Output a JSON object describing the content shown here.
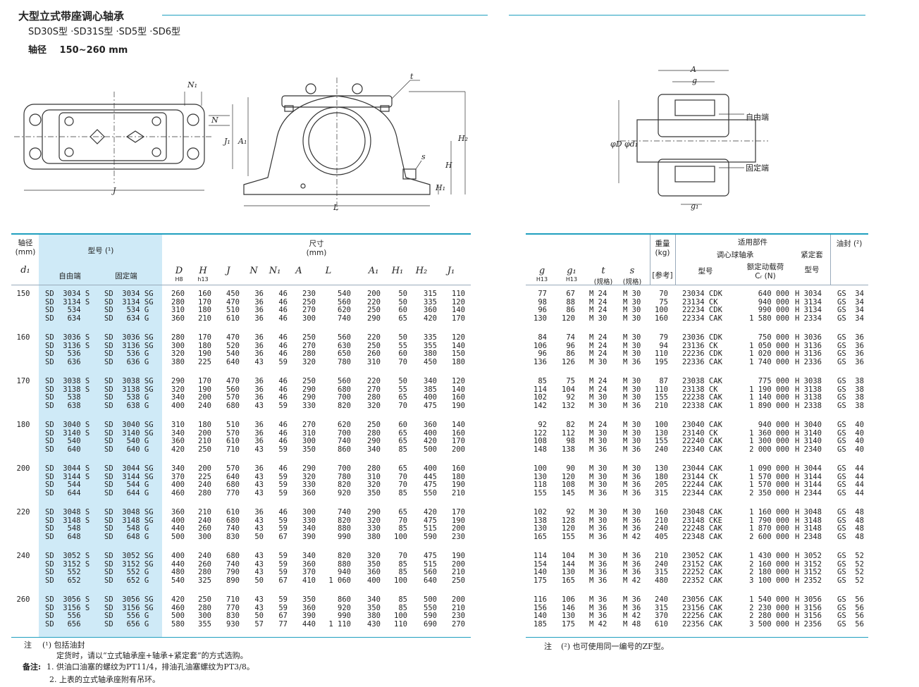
{
  "title": "大型立式带座调心轴承",
  "subtitle": "SD30S型 ·SD31S型 ·SD5型 ·SD6型",
  "shaft_label": "轴径",
  "shaft_range": "150~260 mm",
  "drawing_labels": {
    "N1": "N₁",
    "N": "N",
    "J1": "J₁",
    "A1": "A₁",
    "J": "J",
    "t": "t",
    "s": "s",
    "H2": "H₂",
    "H": "H",
    "H1": "H₁",
    "L": "L",
    "A": "A",
    "g": "g",
    "g1": "g₁",
    "phiD": "φD",
    "phid1": "φd₁",
    "free_end": "自由端",
    "fixed_end": "固定端"
  },
  "left_header": {
    "shaft": "轴径",
    "shaft_unit": "(mm)",
    "d1": "d₁",
    "model": "型号 (¹)",
    "free": "自由端",
    "fixed": "固定端",
    "dims": "尺寸",
    "dims_unit": "(mm)",
    "cols": [
      "D",
      "H",
      "J",
      "N",
      "N₁",
      "A",
      "L",
      "A₁",
      "H₁",
      "H₂",
      "J₁"
    ],
    "subcols": [
      "H8",
      "h13"
    ]
  },
  "right_header": {
    "g": "g",
    "g1": "g₁",
    "t": "t",
    "s": "s",
    "t_sub": "(规格)",
    "s_sub": "(规格)",
    "g_sub": "H13",
    "g1_sub": "H13",
    "weight": "重量",
    "weight_unit": "(kg)",
    "ref": "[参考]",
    "parts": "适用部件",
    "bearing": "调心球轴承",
    "model": "型号",
    "load": "额定动载荷",
    "cr": "Cᵣ (N)",
    "sleeve": "紧定套",
    "sleeve_model": "型号",
    "seal": "油封 (²)"
  },
  "groups": [
    {
      "d": "150",
      "rows": [
        [
          "SD  3034 S",
          "SD  3034 SG",
          "260",
          "160",
          "450",
          "36",
          "46",
          "230",
          "540",
          "200",
          "50",
          "315",
          "110",
          "77",
          "67",
          "M 24",
          "M 30",
          "70",
          "23034 CDK",
          "640 000",
          "H 3034",
          "GS  34"
        ],
        [
          "SD  3134 S",
          "SD  3134 SG",
          "280",
          "170",
          "470",
          "36",
          "46",
          "250",
          "560",
          "220",
          "50",
          "335",
          "120",
          "98",
          "88",
          "M 24",
          "M 30",
          "75",
          "23134 CK",
          "940 000",
          "H 3134",
          "GS  34"
        ],
        [
          "SD   534",
          "SD   534 G",
          "310",
          "180",
          "510",
          "36",
          "46",
          "270",
          "620",
          "250",
          "60",
          "360",
          "140",
          "96",
          "86",
          "M 24",
          "M 30",
          "100",
          "22234 CDK",
          "990 000",
          "H 3134",
          "GS  34"
        ],
        [
          "SD   634",
          "SD   634 G",
          "360",
          "210",
          "610",
          "36",
          "46",
          "300",
          "740",
          "290",
          "65",
          "420",
          "170",
          "130",
          "120",
          "M 30",
          "M 30",
          "160",
          "22334 CAK",
          "1 580 000",
          "H 2334",
          "GS  34"
        ]
      ]
    },
    {
      "d": "160",
      "rows": [
        [
          "SD  3036 S",
          "SD  3036 SG",
          "280",
          "170",
          "470",
          "36",
          "46",
          "250",
          "560",
          "220",
          "50",
          "335",
          "120",
          "84",
          "74",
          "M 24",
          "M 30",
          "79",
          "23036 CDK",
          "750 000",
          "H 3036",
          "GS  36"
        ],
        [
          "SD  3136 S",
          "SD  3136 SG",
          "300",
          "180",
          "520",
          "36",
          "46",
          "270",
          "630",
          "250",
          "55",
          "355",
          "140",
          "106",
          "96",
          "M 24",
          "M 30",
          "94",
          "23136 CK",
          "1 050 000",
          "H 3136",
          "GS  36"
        ],
        [
          "SD   536",
          "SD   536 G",
          "320",
          "190",
          "540",
          "36",
          "46",
          "280",
          "650",
          "260",
          "60",
          "380",
          "150",
          "96",
          "86",
          "M 24",
          "M 30",
          "110",
          "22236 CDK",
          "1 020 000",
          "H 3136",
          "GS  36"
        ],
        [
          "SD   636",
          "SD   636 G",
          "380",
          "225",
          "640",
          "43",
          "59",
          "320",
          "780",
          "310",
          "70",
          "450",
          "180",
          "136",
          "126",
          "M 30",
          "M 36",
          "195",
          "22336 CAK",
          "1 740 000",
          "H 2336",
          "GS  36"
        ]
      ]
    },
    {
      "d": "170",
      "rows": [
        [
          "SD  3038 S",
          "SD  3038 SG",
          "290",
          "170",
          "470",
          "36",
          "46",
          "250",
          "560",
          "220",
          "50",
          "340",
          "120",
          "85",
          "75",
          "M 24",
          "M 30",
          "87",
          "23038 CAK",
          "775 000",
          "H 3038",
          "GS  38"
        ],
        [
          "SD  3138 S",
          "SD  3138 SG",
          "320",
          "190",
          "560",
          "36",
          "46",
          "290",
          "680",
          "270",
          "55",
          "385",
          "140",
          "114",
          "104",
          "M 24",
          "M 30",
          "110",
          "23138 CK",
          "1 190 000",
          "H 3138",
          "GS  38"
        ],
        [
          "SD   538",
          "SD   538 G",
          "340",
          "200",
          "570",
          "36",
          "46",
          "290",
          "700",
          "280",
          "65",
          "400",
          "160",
          "102",
          "92",
          "M 30",
          "M 30",
          "155",
          "22238 CAK",
          "1 140 000",
          "H 3138",
          "GS  38"
        ],
        [
          "SD   638",
          "SD   638 G",
          "400",
          "240",
          "680",
          "43",
          "59",
          "330",
          "820",
          "320",
          "70",
          "475",
          "190",
          "142",
          "132",
          "M 30",
          "M 36",
          "210",
          "22338 CAK",
          "1 890 000",
          "H 2338",
          "GS  38"
        ]
      ]
    },
    {
      "d": "180",
      "rows": [
        [
          "SD  3040 S",
          "SD  3040 SG",
          "310",
          "180",
          "510",
          "36",
          "46",
          "270",
          "620",
          "250",
          "60",
          "360",
          "140",
          "92",
          "82",
          "M 24",
          "M 30",
          "100",
          "23040 CAK",
          "940 000",
          "H 3040",
          "GS  40"
        ],
        [
          "SD  3140 S",
          "SD  3140 SG",
          "340",
          "200",
          "570",
          "36",
          "46",
          "310",
          "700",
          "280",
          "65",
          "400",
          "160",
          "122",
          "112",
          "M 30",
          "M 30",
          "130",
          "23140 CK",
          "1 360 000",
          "H 3140",
          "GS  40"
        ],
        [
          "SD   540",
          "SD   540 G",
          "360",
          "210",
          "610",
          "36",
          "46",
          "300",
          "740",
          "290",
          "65",
          "420",
          "170",
          "108",
          "98",
          "M 30",
          "M 30",
          "155",
          "22240 CAK",
          "1 300 000",
          "H 3140",
          "GS  40"
        ],
        [
          "SD   640",
          "SD   640 G",
          "420",
          "250",
          "710",
          "43",
          "59",
          "350",
          "860",
          "340",
          "85",
          "500",
          "200",
          "148",
          "138",
          "M 36",
          "M 36",
          "240",
          "22340 CAK",
          "2 000 000",
          "H 2340",
          "GS  40"
        ]
      ]
    },
    {
      "d": "200",
      "rows": [
        [
          "SD  3044 S",
          "SD  3044 SG",
          "340",
          "200",
          "570",
          "36",
          "46",
          "290",
          "700",
          "280",
          "65",
          "400",
          "160",
          "100",
          "90",
          "M 30",
          "M 30",
          "130",
          "23044 CAK",
          "1 090 000",
          "H 3044",
          "GS  44"
        ],
        [
          "SD  3144 S",
          "SD  3144 SG",
          "370",
          "225",
          "640",
          "43",
          "59",
          "320",
          "780",
          "310",
          "70",
          "445",
          "180",
          "130",
          "120",
          "M 30",
          "M 36",
          "180",
          "23144 CK",
          "1 570 000",
          "H 3144",
          "GS  44"
        ],
        [
          "SD   544",
          "SD   544 G",
          "400",
          "240",
          "680",
          "43",
          "59",
          "330",
          "820",
          "320",
          "70",
          "475",
          "190",
          "118",
          "108",
          "M 30",
          "M 36",
          "205",
          "22244 CAK",
          "1 570 000",
          "H 3144",
          "GS  44"
        ],
        [
          "SD   644",
          "SD   644 G",
          "460",
          "280",
          "770",
          "43",
          "59",
          "360",
          "920",
          "350",
          "85",
          "550",
          "210",
          "155",
          "145",
          "M 36",
          "M 36",
          "315",
          "22344 CAK",
          "2 350 000",
          "H 2344",
          "GS  44"
        ]
      ]
    },
    {
      "d": "220",
      "rows": [
        [
          "SD  3048 S",
          "SD  3048 SG",
          "360",
          "210",
          "610",
          "36",
          "46",
          "300",
          "740",
          "290",
          "65",
          "420",
          "170",
          "102",
          "92",
          "M 30",
          "M 30",
          "160",
          "23048 CAK",
          "1 160 000",
          "H 3048",
          "GS  48"
        ],
        [
          "SD  3148 S",
          "SD  3148 SG",
          "400",
          "240",
          "680",
          "43",
          "59",
          "330",
          "820",
          "320",
          "70",
          "475",
          "190",
          "138",
          "128",
          "M 30",
          "M 36",
          "210",
          "23148 CKE",
          "1 790 000",
          "H 3148",
          "GS  48"
        ],
        [
          "SD   548",
          "SD   548 G",
          "440",
          "260",
          "740",
          "43",
          "59",
          "340",
          "880",
          "330",
          "85",
          "515",
          "200",
          "130",
          "120",
          "M 36",
          "M 36",
          "240",
          "22248 CAK",
          "1 870 000",
          "H 3148",
          "GS  48"
        ],
        [
          "SD   648",
          "SD   648 G",
          "500",
          "300",
          "830",
          "50",
          "67",
          "390",
          "990",
          "380",
          "100",
          "590",
          "230",
          "165",
          "155",
          "M 36",
          "M 42",
          "405",
          "22348 CAK",
          "2 600 000",
          "H 2348",
          "GS  48"
        ]
      ]
    },
    {
      "d": "240",
      "rows": [
        [
          "SD  3052 S",
          "SD  3052 SG",
          "400",
          "240",
          "680",
          "43",
          "59",
          "340",
          "820",
          "320",
          "70",
          "475",
          "190",
          "114",
          "104",
          "M 30",
          "M 36",
          "210",
          "23052 CAK",
          "1 430 000",
          "H 3052",
          "GS  52"
        ],
        [
          "SD  3152 S",
          "SD  3152 SG",
          "440",
          "260",
          "740",
          "43",
          "59",
          "360",
          "880",
          "350",
          "85",
          "515",
          "200",
          "154",
          "144",
          "M 36",
          "M 36",
          "240",
          "23152 CAK",
          "2 160 000",
          "H 3152",
          "GS  52"
        ],
        [
          "SD   552",
          "SD   552 G",
          "480",
          "280",
          "790",
          "43",
          "59",
          "370",
          "940",
          "360",
          "85",
          "560",
          "210",
          "140",
          "130",
          "M 36",
          "M 36",
          "315",
          "22252 CAK",
          "2 180 000",
          "H 3152",
          "GS  52"
        ],
        [
          "SD   652",
          "SD   652 G",
          "540",
          "325",
          "890",
          "50",
          "67",
          "410",
          "1 060",
          "400",
          "100",
          "640",
          "250",
          "175",
          "165",
          "M 36",
          "M 42",
          "480",
          "22352 CAK",
          "3 100 000",
          "H 2352",
          "GS  52"
        ]
      ]
    },
    {
      "d": "260",
      "rows": [
        [
          "SD  3056 S",
          "SD  3056 SG",
          "420",
          "250",
          "710",
          "43",
          "59",
          "350",
          "860",
          "340",
          "85",
          "500",
          "200",
          "116",
          "106",
          "M 36",
          "M 36",
          "240",
          "23056 CAK",
          "1 540 000",
          "H 3056",
          "GS  56"
        ],
        [
          "SD  3156 S",
          "SD  3156 SG",
          "460",
          "280",
          "770",
          "43",
          "59",
          "360",
          "920",
          "350",
          "85",
          "550",
          "210",
          "156",
          "146",
          "M 36",
          "M 36",
          "315",
          "23156 CAK",
          "2 230 000",
          "H 3156",
          "GS  56"
        ],
        [
          "SD   556",
          "SD   556 G",
          "500",
          "300",
          "830",
          "50",
          "67",
          "390",
          "990",
          "380",
          "100",
          "590",
          "230",
          "140",
          "130",
          "M 36",
          "M 42",
          "370",
          "22256 CAK",
          "2 280 000",
          "H 3156",
          "GS  56"
        ],
        [
          "SD   656",
          "SD   656 G",
          "580",
          "355",
          "930",
          "57",
          "77",
          "440",
          "1 110",
          "430",
          "110",
          "690",
          "270",
          "185",
          "175",
          "M 42",
          "M 48",
          "610",
          "22356 CAK",
          "3 500 000",
          "H 2356",
          "GS  56"
        ]
      ]
    }
  ],
  "notes_left": {
    "label": "注",
    "n1": "(¹) 包括油封",
    "n1b": "定货时，请以“立式轴承座+轴承+紧定套”的方式选购。",
    "label2": "备注:",
    "r1": "1. 供油口油塞的螺纹为PT11/4，排油孔油塞螺纹为PT3/8。",
    "r2": "2. 上表的立式轴承座附有吊环。"
  },
  "notes_right": {
    "label": "注",
    "n2": "(²) 也可使用同一编号的ZF型。"
  }
}
